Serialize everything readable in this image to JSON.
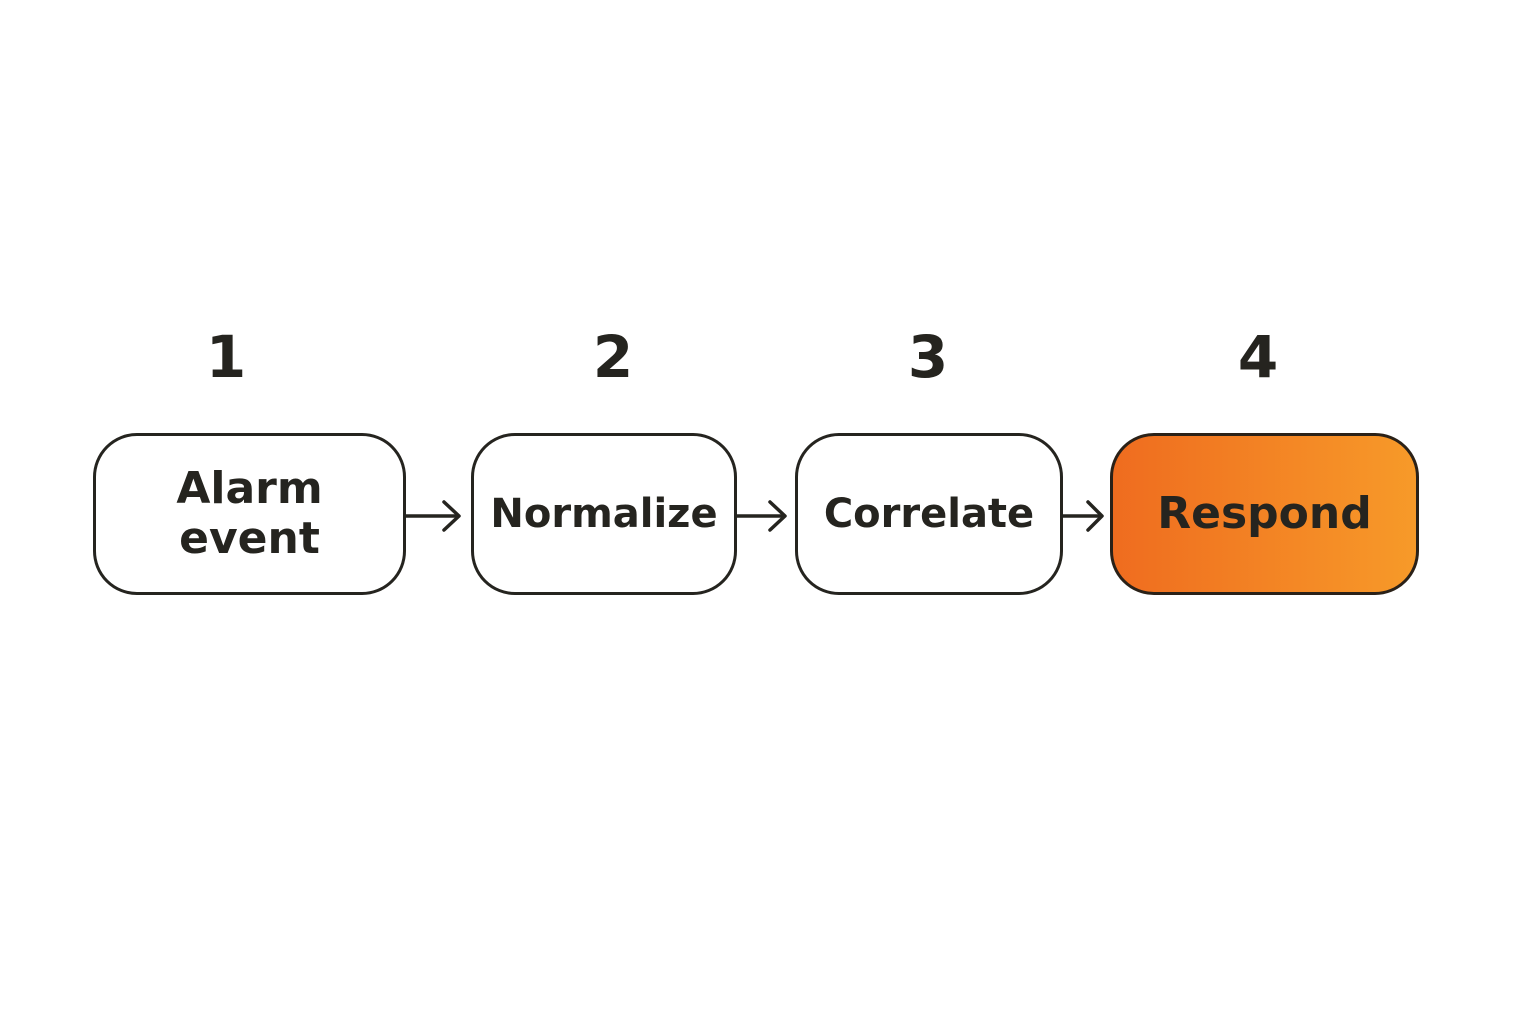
{
  "steps": [
    {
      "number": "1",
      "label": "Alarm\nevent"
    },
    {
      "number": "2",
      "label": "Normalize"
    },
    {
      "number": "3",
      "label": "Correlate"
    },
    {
      "number": "4",
      "label": "Respond"
    }
  ],
  "colors": {
    "ink": "#25241f",
    "background": "#ffffff",
    "accent_start": "#ef6c1f",
    "accent_end": "#f79a29"
  },
  "icons": {
    "connector": "arrow-right-icon"
  }
}
